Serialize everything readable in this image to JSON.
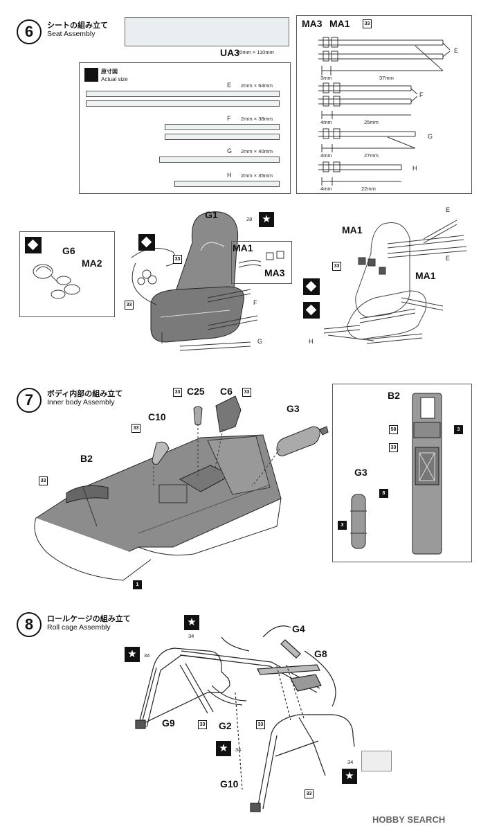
{
  "step6": {
    "number": "6",
    "title_jp": "シートの組み立て",
    "title_en": "Seat Assembly",
    "decal_sheet_label": "UA3",
    "decal_sheet_size": "20mm × 110mm",
    "actual_size_jp": "原寸図",
    "actual_size_en": "Actual size",
    "strips": [
      {
        "letter": "E",
        "size": "2mm × 64mm"
      },
      {
        "letter": "F",
        "size": "2mm × 38mm"
      },
      {
        "letter": "G",
        "size": "2mm × 40mm"
      },
      {
        "letter": "H",
        "size": "2mm × 35mm"
      }
    ],
    "belt_diagram": {
      "ma3": "MA3",
      "ma1": "MA1",
      "part_num": "33",
      "e": "E",
      "f": "F",
      "g": "G",
      "h": "H",
      "e_short": "3mm",
      "e_long": "37mm",
      "f_short": "4mm",
      "f_long": "25mm",
      "g_short": "4mm",
      "g_long": "27mm",
      "h_short": "4mm",
      "h_long": "22mm"
    },
    "parts": {
      "g1": "G1",
      "g6": "G6",
      "ma2": "MA2",
      "ma1": "MA1",
      "ma3": "MA3",
      "n33": "33",
      "n28": "28",
      "e": "E",
      "f": "F",
      "g": "G",
      "h": "H"
    }
  },
  "step7": {
    "number": "7",
    "title_jp": "ボディ内部の組み立て",
    "title_en": "Inner body Assembly",
    "parts": {
      "c25": "C25",
      "c6": "C6",
      "c10": "C10",
      "g3": "G3",
      "b2": "B2",
      "n33": "33",
      "n58": "58",
      "n3": "3",
      "n8": "8",
      "n1": "1"
    }
  },
  "step8": {
    "number": "8",
    "title_jp": "ロールケージの組み立て",
    "title_en": "Roll cage Assembly",
    "parts": {
      "g4": "G4",
      "g8": "G8",
      "g9": "G9",
      "g2": "G2",
      "g10": "G10",
      "n33": "33",
      "n34": "34"
    }
  },
  "icons": {
    "star": "★"
  },
  "watermark": "HOBBY SEARCH"
}
